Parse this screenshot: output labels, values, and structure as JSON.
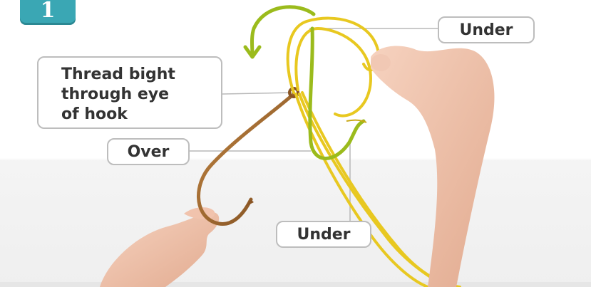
{
  "step_number": "1",
  "labels": {
    "thread_bight": "Thread bight\nthrough eye\nof hook",
    "over": "Over",
    "under_top": "Under",
    "under_bottom": "Under"
  },
  "colors": {
    "badge": "#3aa7b4",
    "line_yellow": "#e8c820",
    "line_green": "#9bbb1c",
    "hook": "#a8692a",
    "callout_border": "#bdbdbd"
  },
  "icons": {
    "direction_arrow": "curved-arrow-down-icon"
  }
}
